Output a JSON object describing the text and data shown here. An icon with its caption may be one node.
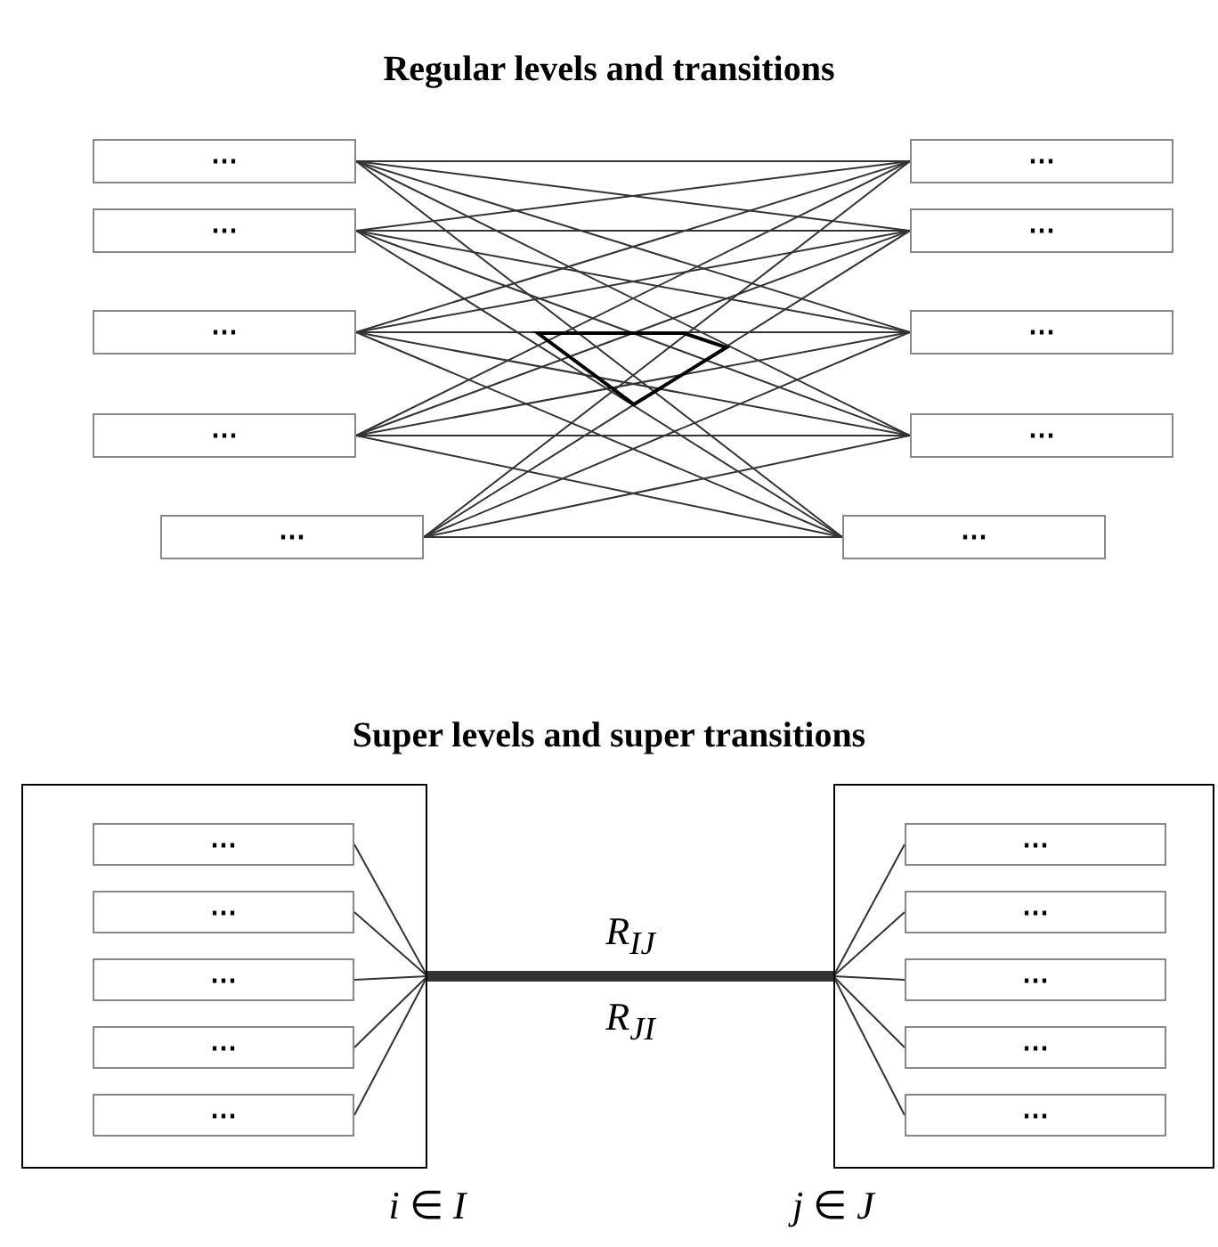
{
  "diagram": {
    "nodes": [
      {
        "text": [
          "⋯"
        ]
      },
      {
        "text": [
          "⋯"
        ]
      },
      {
        "text": [
          "⋯"
        ]
      },
      {
        "text": [
          "⋯"
        ]
      },
      {
        "text": [
          "⋯"
        ]
      },
      {
        "text": [
          "⋯"
        ]
      },
      {
        "text": [
          "⋯"
        ]
      },
      {
        "text": [
          "⋯"
        ]
      },
      {
        "text": [
          "⋯"
        ]
      },
      {
        "text": [
          "⋯"
        ]
      },
      {
        "text": [],
        "shape": "box",
        "beside": [
          "*i* ∈ *I*"
        ]
      },
      {
        "text": [
          "⋯"
        ],
        "in": 10
      },
      {
        "text": [
          "⋯"
        ],
        "in": 10
      },
      {
        "text": [
          "⋯"
        ],
        "in": 10
      },
      {
        "text": [
          "⋯"
        ],
        "in": 10
      },
      {
        "text": [
          "⋯"
        ],
        "in": 10
      },
      {
        "text": [],
        "shape": "box",
        "beside": [
          "*j* ∈ *J*"
        ]
      },
      {
        "text": [
          "⋯"
        ],
        "in": 16
      },
      {
        "text": [
          "⋯"
        ],
        "in": 16
      },
      {
        "text": [
          "⋯"
        ],
        "in": 16
      },
      {
        "text": [
          "⋯"
        ],
        "in": 16
      },
      {
        "text": [
          "⋯"
        ],
        "in": 16
      }
    ],
    "edges": [
      {
        "from": 0,
        "to": 5,
        "arrow": "none"
      },
      {
        "from": 0,
        "to": 6,
        "arrow": "none"
      },
      {
        "from": 0,
        "to": 7,
        "arrow": "none"
      },
      {
        "from": 0,
        "to": 8,
        "arrow": "none"
      },
      {
        "from": 0,
        "to": 9,
        "arrow": "none"
      },
      {
        "from": 1,
        "to": 5,
        "arrow": "none"
      },
      {
        "from": 1,
        "to": 6,
        "arrow": "none"
      },
      {
        "from": 1,
        "to": 7,
        "arrow": "none"
      },
      {
        "from": 1,
        "to": 8,
        "arrow": "none"
      },
      {
        "from": 1,
        "to": 9,
        "arrow": "none"
      },
      {
        "from": 2,
        "to": 5,
        "arrow": "none"
      },
      {
        "from": 2,
        "to": 6,
        "arrow": "none"
      },
      {
        "from": 2,
        "to": 7,
        "arrow": "none"
      },
      {
        "from": 2,
        "to": 8,
        "arrow": "none"
      },
      {
        "from": 2,
        "to": 9,
        "arrow": "none"
      },
      {
        "from": 3,
        "to": 5,
        "arrow": "none"
      },
      {
        "from": 3,
        "to": 6,
        "arrow": "none"
      },
      {
        "from": 3,
        "to": 7,
        "arrow": "none"
      },
      {
        "from": 3,
        "to": 8,
        "arrow": "none"
      },
      {
        "from": 3,
        "to": 9,
        "arrow": "none"
      },
      {
        "from": 4,
        "to": 5,
        "arrow": "none"
      },
      {
        "from": 4,
        "to": 6,
        "arrow": "none"
      },
      {
        "from": 4,
        "to": 7,
        "arrow": "none"
      },
      {
        "from": 4,
        "to": 8,
        "arrow": "none"
      },
      {
        "from": 4,
        "to": 9,
        "arrow": "none"
      },
      {
        "from": 11,
        "to": 10,
        "arrow": "none"
      },
      {
        "from": 12,
        "to": 10,
        "arrow": "none"
      },
      {
        "from": 13,
        "to": 10,
        "arrow": "none"
      },
      {
        "from": 14,
        "to": 10,
        "arrow": "none"
      },
      {
        "from": 15,
        "to": 10,
        "arrow": "none"
      },
      {
        "from": 17,
        "to": 16,
        "arrow": "none"
      },
      {
        "from": 18,
        "to": 16,
        "arrow": "none"
      },
      {
        "from": 19,
        "to": 16,
        "arrow": "none"
      },
      {
        "from": 20,
        "to": 16,
        "arrow": "none"
      },
      {
        "from": 21,
        "to": 16,
        "arrow": "none"
      },
      {
        "from": 10,
        "to": 16,
        "arrow": "none",
        "label": "R$_{IJ}$",
        "style": "thick"
      },
      {
        "from": 16,
        "to": 10,
        "arrow": "none",
        "label": "R$_{JI}$",
        "style": "thick"
      }
    ],
    "labels": [
      "Regular levels and transitions",
      "Super levels and super transitions"
    ]
  }
}
